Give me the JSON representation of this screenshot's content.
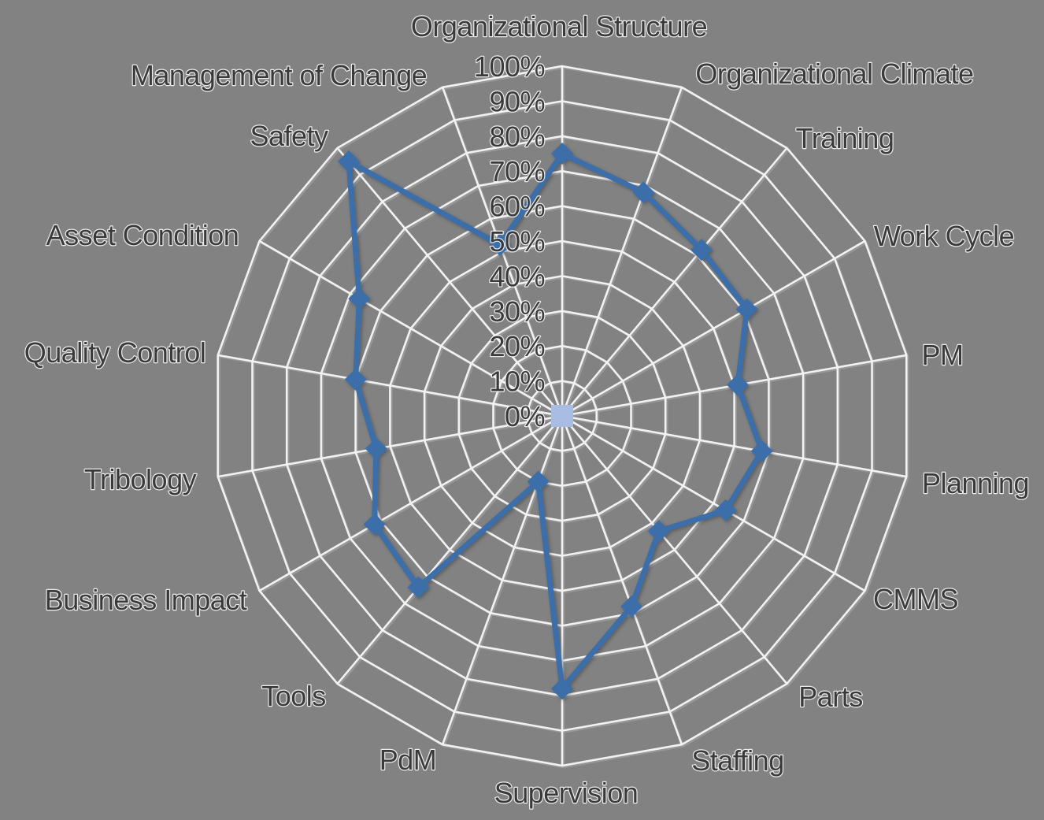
{
  "figure": {
    "kind": "radar-spider-assessment-chart",
    "background_color": "#828282"
  },
  "chart_data": {
    "type": "radar",
    "title": "",
    "categories": [
      "Organizational Structure",
      "Organizational Climate",
      "Training",
      "Work Cycle",
      "PM",
      "Planning",
      "CMMS",
      "Parts",
      "Staffing",
      "Supervision",
      "PdM",
      "Tools",
      "Business Impact",
      "Tribology",
      "Quality Control",
      "Asset Condition",
      "Safety",
      "Management of Change"
    ],
    "values": [
      75,
      68,
      62,
      61,
      51,
      58,
      54,
      43,
      58,
      78,
      20,
      64,
      62,
      54,
      60,
      67,
      95,
      52
    ],
    "axis": {
      "min": 0,
      "max": 100,
      "step": 10,
      "tick_labels": [
        "0%",
        "10%",
        "20%",
        "30%",
        "40%",
        "50%",
        "60%",
        "70%",
        "80%",
        "90%",
        "100%"
      ]
    },
    "layout": {
      "start_angle": "top",
      "direction": "clockwise",
      "rings": "polygonal",
      "grid": true,
      "legend": "none",
      "closed_polygon": true,
      "marker_shape": "diamond",
      "center_marker_shape": "square"
    },
    "colors": {
      "series": "#3C6FA9",
      "grid_line": "#f2f2f2",
      "grid_shadow": "#979797",
      "background": "#828282",
      "label_text": "#3a3a3a",
      "label_halo": "#ffffff",
      "center_marker": "#A9BCE2"
    }
  }
}
